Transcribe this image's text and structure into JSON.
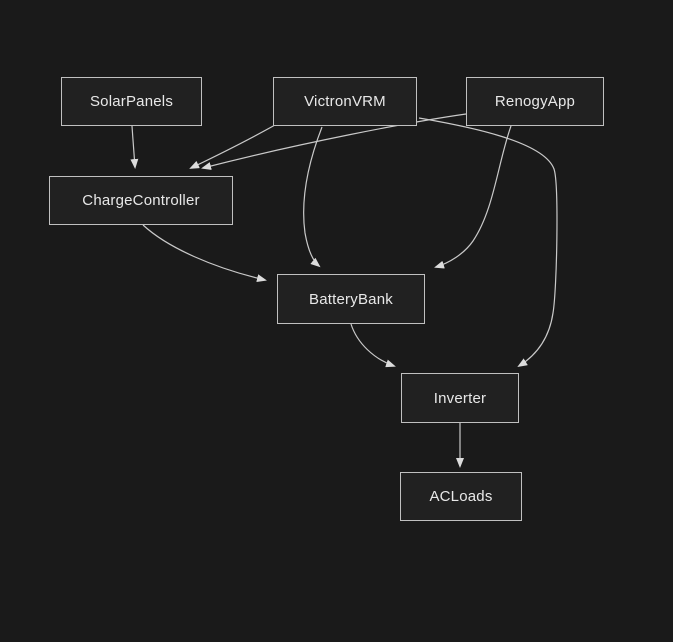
{
  "diagram": {
    "type": "flowchart",
    "direction": "top-down",
    "colors": {
      "background": "#1a1a1a",
      "node_fill": "#212121",
      "node_border": "#c0c0c0",
      "edge": "#c9c9c9",
      "arrowhead": "#dcdcdc",
      "text": "#e8e8e8"
    },
    "nodes": [
      {
        "id": "SolarPanels",
        "label": "SolarPanels"
      },
      {
        "id": "VictronVRM",
        "label": "VictronVRM"
      },
      {
        "id": "RenogyApp",
        "label": "RenogyApp"
      },
      {
        "id": "ChargeController",
        "label": "ChargeController"
      },
      {
        "id": "BatteryBank",
        "label": "BatteryBank"
      },
      {
        "id": "Inverter",
        "label": "Inverter"
      },
      {
        "id": "ACLoads",
        "label": "ACLoads"
      }
    ],
    "edges": [
      {
        "from": "SolarPanels",
        "to": "ChargeController"
      },
      {
        "from": "VictronVRM",
        "to": "ChargeController"
      },
      {
        "from": "VictronVRM",
        "to": "BatteryBank"
      },
      {
        "from": "VictronVRM",
        "to": "Inverter"
      },
      {
        "from": "RenogyApp",
        "to": "ChargeController"
      },
      {
        "from": "RenogyApp",
        "to": "BatteryBank"
      },
      {
        "from": "ChargeController",
        "to": "BatteryBank"
      },
      {
        "from": "BatteryBank",
        "to": "Inverter"
      },
      {
        "from": "Inverter",
        "to": "ACLoads"
      }
    ]
  }
}
